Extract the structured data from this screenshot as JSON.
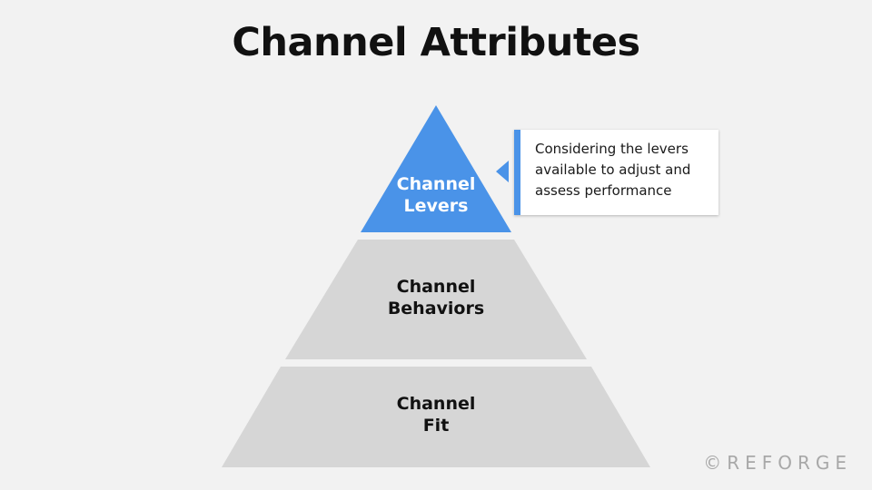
{
  "title": "Channel Attributes",
  "tiers": [
    {
      "line1": "Channel",
      "line2": "Levers",
      "color": "#4a93e8",
      "text_color": "#ffffff"
    },
    {
      "line1": "Channel",
      "line2": "Behaviors",
      "color": "#d6d6d6",
      "text_color": "#111111"
    },
    {
      "line1": "Channel",
      "line2": "Fit",
      "color": "#d6d6d6",
      "text_color": "#111111"
    }
  ],
  "callout": {
    "text": "Considering the levers\navailable to adjust and\nassess performance",
    "accent_color": "#4a93e8"
  },
  "watermark": "©REFORGE"
}
